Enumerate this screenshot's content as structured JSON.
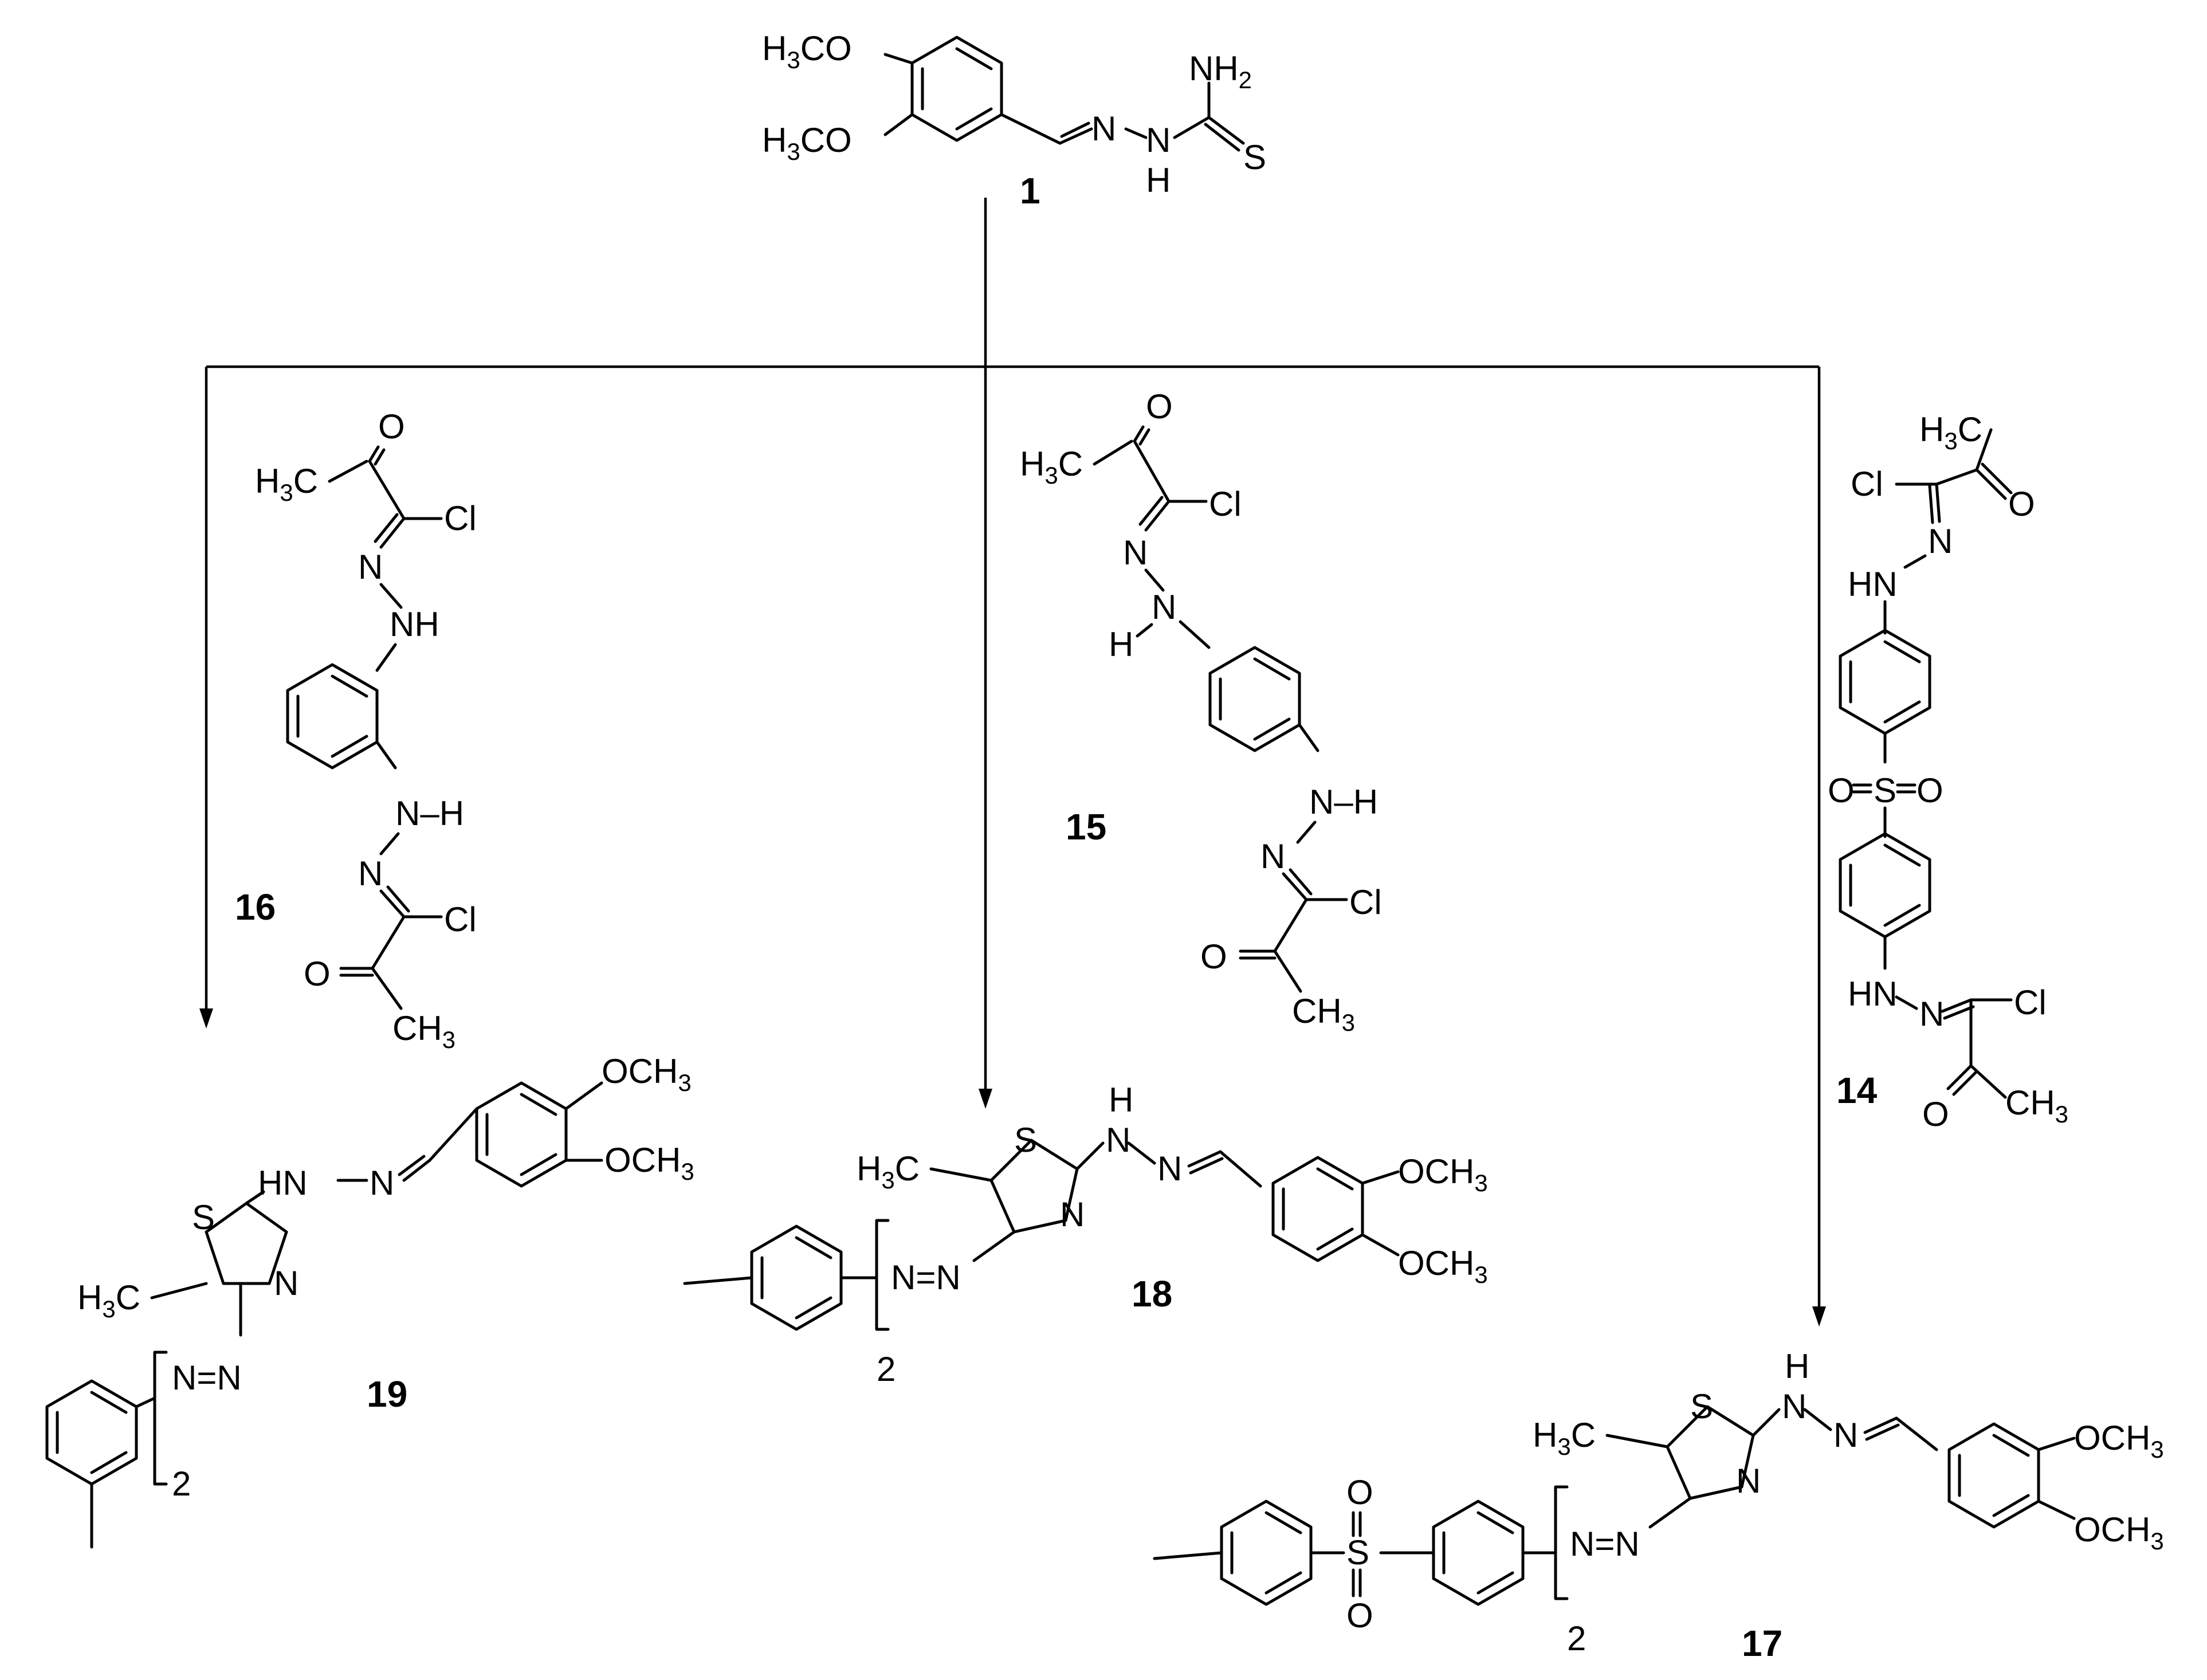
{
  "compounds": {
    "c1": {
      "number": "1",
      "atoms": {
        "h3co_a": "H",
        "h3co_a_sub": "3",
        "h3co_a_rest": "CO",
        "h3co_b": "H",
        "h3co_b_sub": "3",
        "h3co_b_rest": "CO",
        "n1": "N",
        "nh": "N",
        "nh_h": "H",
        "nh2": "NH",
        "nh2_sub": "2",
        "s": "S"
      }
    },
    "c16": {
      "number": "16",
      "atoms": {
        "o_top": "O",
        "h3c": "H",
        "h3c_sub": "3",
        "h3c_rest": "C",
        "cl_top": "Cl",
        "n_top": "N",
        "nh_top": "NH",
        "nh_mid": "N–H",
        "n_mid": "N",
        "cl_bot": "Cl",
        "o_bot": "O",
        "ch3": "CH",
        "ch3_sub": "3"
      }
    },
    "c15": {
      "number": "15",
      "atoms": {
        "o_top": "O",
        "h3c": "H",
        "h3c_sub": "3",
        "h3c_rest": "C",
        "cl_top": "Cl",
        "n_top": "N",
        "n_h": "N",
        "h_left": "H",
        "nh_right": "N–H",
        "n_low": "N",
        "cl_bot": "Cl",
        "o_bot": "O",
        "ch3": "CH",
        "ch3_sub": "3"
      }
    },
    "c14": {
      "number": "14",
      "atoms": {
        "h3c": "H",
        "h3c_sub": "3",
        "h3c_rest": "C",
        "cl_top": "Cl",
        "o_top": "O",
        "n_top": "N",
        "hn_top": "HN",
        "o_left": "O",
        "s": "S",
        "o_right": "O",
        "hn_bot": "HN",
        "n_bot": "N",
        "cl_bot": "Cl",
        "o_bot": "O",
        "ch3": "CH",
        "ch3_sub": "3"
      }
    },
    "c19": {
      "number": "19",
      "atoms": {
        "och3_a": "OCH",
        "och3_a_sub": "3",
        "och3_b": "OCH",
        "och3_b_sub": "3",
        "hn": "HN",
        "n": "N",
        "s": "S",
        "n_ring": "N",
        "h3c": "H",
        "h3c_sub": "3",
        "h3c_rest": "C",
        "azo": "N=N",
        "bracket_n": "2"
      }
    },
    "c18": {
      "number": "18",
      "atoms": {
        "h_top": "H",
        "n_top": "N",
        "n_eq": "N",
        "s": "S",
        "h3c": "H",
        "h3c_sub": "3",
        "h3c_rest": "C",
        "och3_a": "OCH",
        "och3_a_sub": "3",
        "och3_b": "OCH",
        "och3_b_sub": "3",
        "n_ring": "N",
        "azo": "N=N",
        "bracket_n": "2"
      }
    },
    "c17": {
      "number": "17",
      "atoms": {
        "h_top": "H",
        "n_top": "N",
        "n_eq": "N",
        "s_ring": "S",
        "h3c": "H",
        "h3c_sub": "3",
        "h3c_rest": "C",
        "och3_a": "OCH",
        "och3_a_sub": "3",
        "och3_b": "OCH",
        "och3_b_sub": "3",
        "n_ring": "N",
        "o_up": "O",
        "s_sulf": "S",
        "o_down": "O",
        "azo": "N=N",
        "bracket_n": "2"
      }
    }
  }
}
